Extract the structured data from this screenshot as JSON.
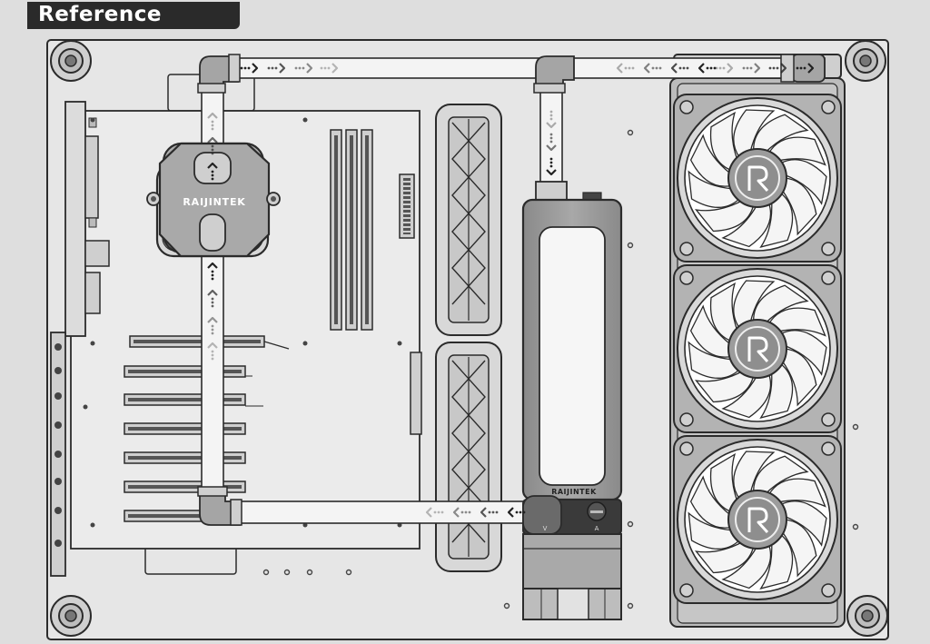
{
  "header": {
    "title": "Reference"
  },
  "labels": {
    "cpu_block_brand": "RAIJINTEK",
    "reservoir_brand": "RAIJINTEK",
    "pump_mark_left": "V",
    "pump_mark_right": "A"
  },
  "colors": {
    "background": "#dedede",
    "panel": "#e6e6e6",
    "outline": "#2b2b2b",
    "tube_fill": "#f4f4f4",
    "arrow": "#222222",
    "tag_bg": "#2a2a2a"
  },
  "icons": {
    "fan_logo": "raijintek-r-logo",
    "flow_arrow": "dotted-chevron-arrow"
  }
}
